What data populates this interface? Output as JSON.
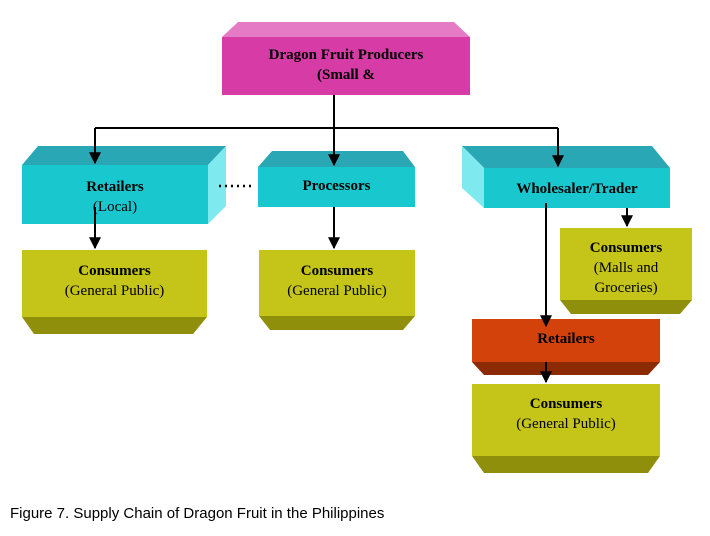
{
  "colors": {
    "producer": "#d63ba6",
    "cyan": "#19c8cf",
    "olive": "#c4c518",
    "orange": "#d4420b"
  },
  "nodes": {
    "producers": {
      "title": "Dragon Fruit Producers",
      "sub": "(Small &"
    },
    "retailers_local": {
      "title": "Retailers",
      "sub": "(Local)"
    },
    "processors": {
      "title": "Processors"
    },
    "wholesaler": {
      "title": "Wholesaler/Trader"
    },
    "consumers_left": {
      "title": "Consumers",
      "sub": "(General Public)"
    },
    "consumers_mid": {
      "title": "Consumers",
      "sub": "(General Public)"
    },
    "consumers_malls": {
      "title": "Consumers",
      "sub1": "(Malls and",
      "sub2": "Groceries)"
    },
    "retailers_right": {
      "title": "Retailers"
    },
    "consumers_bottom": {
      "title": "Consumers",
      "sub": "(General Public)"
    }
  },
  "caption": "Figure 7.  Supply Chain of Dragon Fruit in the Philippines"
}
